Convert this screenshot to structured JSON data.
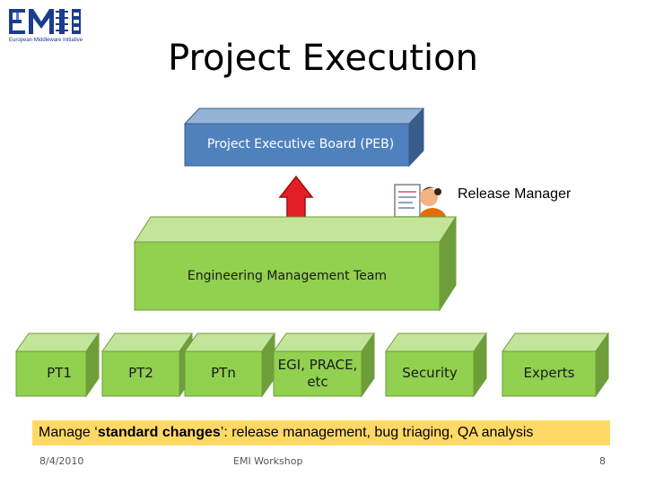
{
  "slide": {
    "title": "Project Execution",
    "logo_caption": "European Middleware Initiative",
    "peb_label": "Project Executive Board (PEB)",
    "release_manager_label": "Release Manager",
    "emt_label": "Engineering Management Team",
    "teams": [
      {
        "label": "PT1"
      },
      {
        "label": "PT2"
      },
      {
        "label": "PTn"
      },
      {
        "label": "EGI, PRACE, etc"
      },
      {
        "label": "Security"
      },
      {
        "label": "Experts"
      }
    ],
    "banner": {
      "prefix": "Manage ‘",
      "bold": "standard changes",
      "suffix": "’: release management, bug triaging, QA analysis"
    },
    "footer": {
      "date": "8/4/2010",
      "center": "EMI Workshop",
      "page": "8"
    }
  },
  "colors": {
    "peb_front": "#4f81bd",
    "peb_top": "#95b3d7",
    "peb_side": "#385d8a",
    "green_front": "#92d050",
    "green_top": "#c3e59a",
    "green_side": "#6e9e3a",
    "arrow": "#e31e24",
    "banner": "#ffd966"
  },
  "icons": [
    "emi-logo-icon",
    "release-manager-person-icon",
    "up-arrow-icon"
  ]
}
